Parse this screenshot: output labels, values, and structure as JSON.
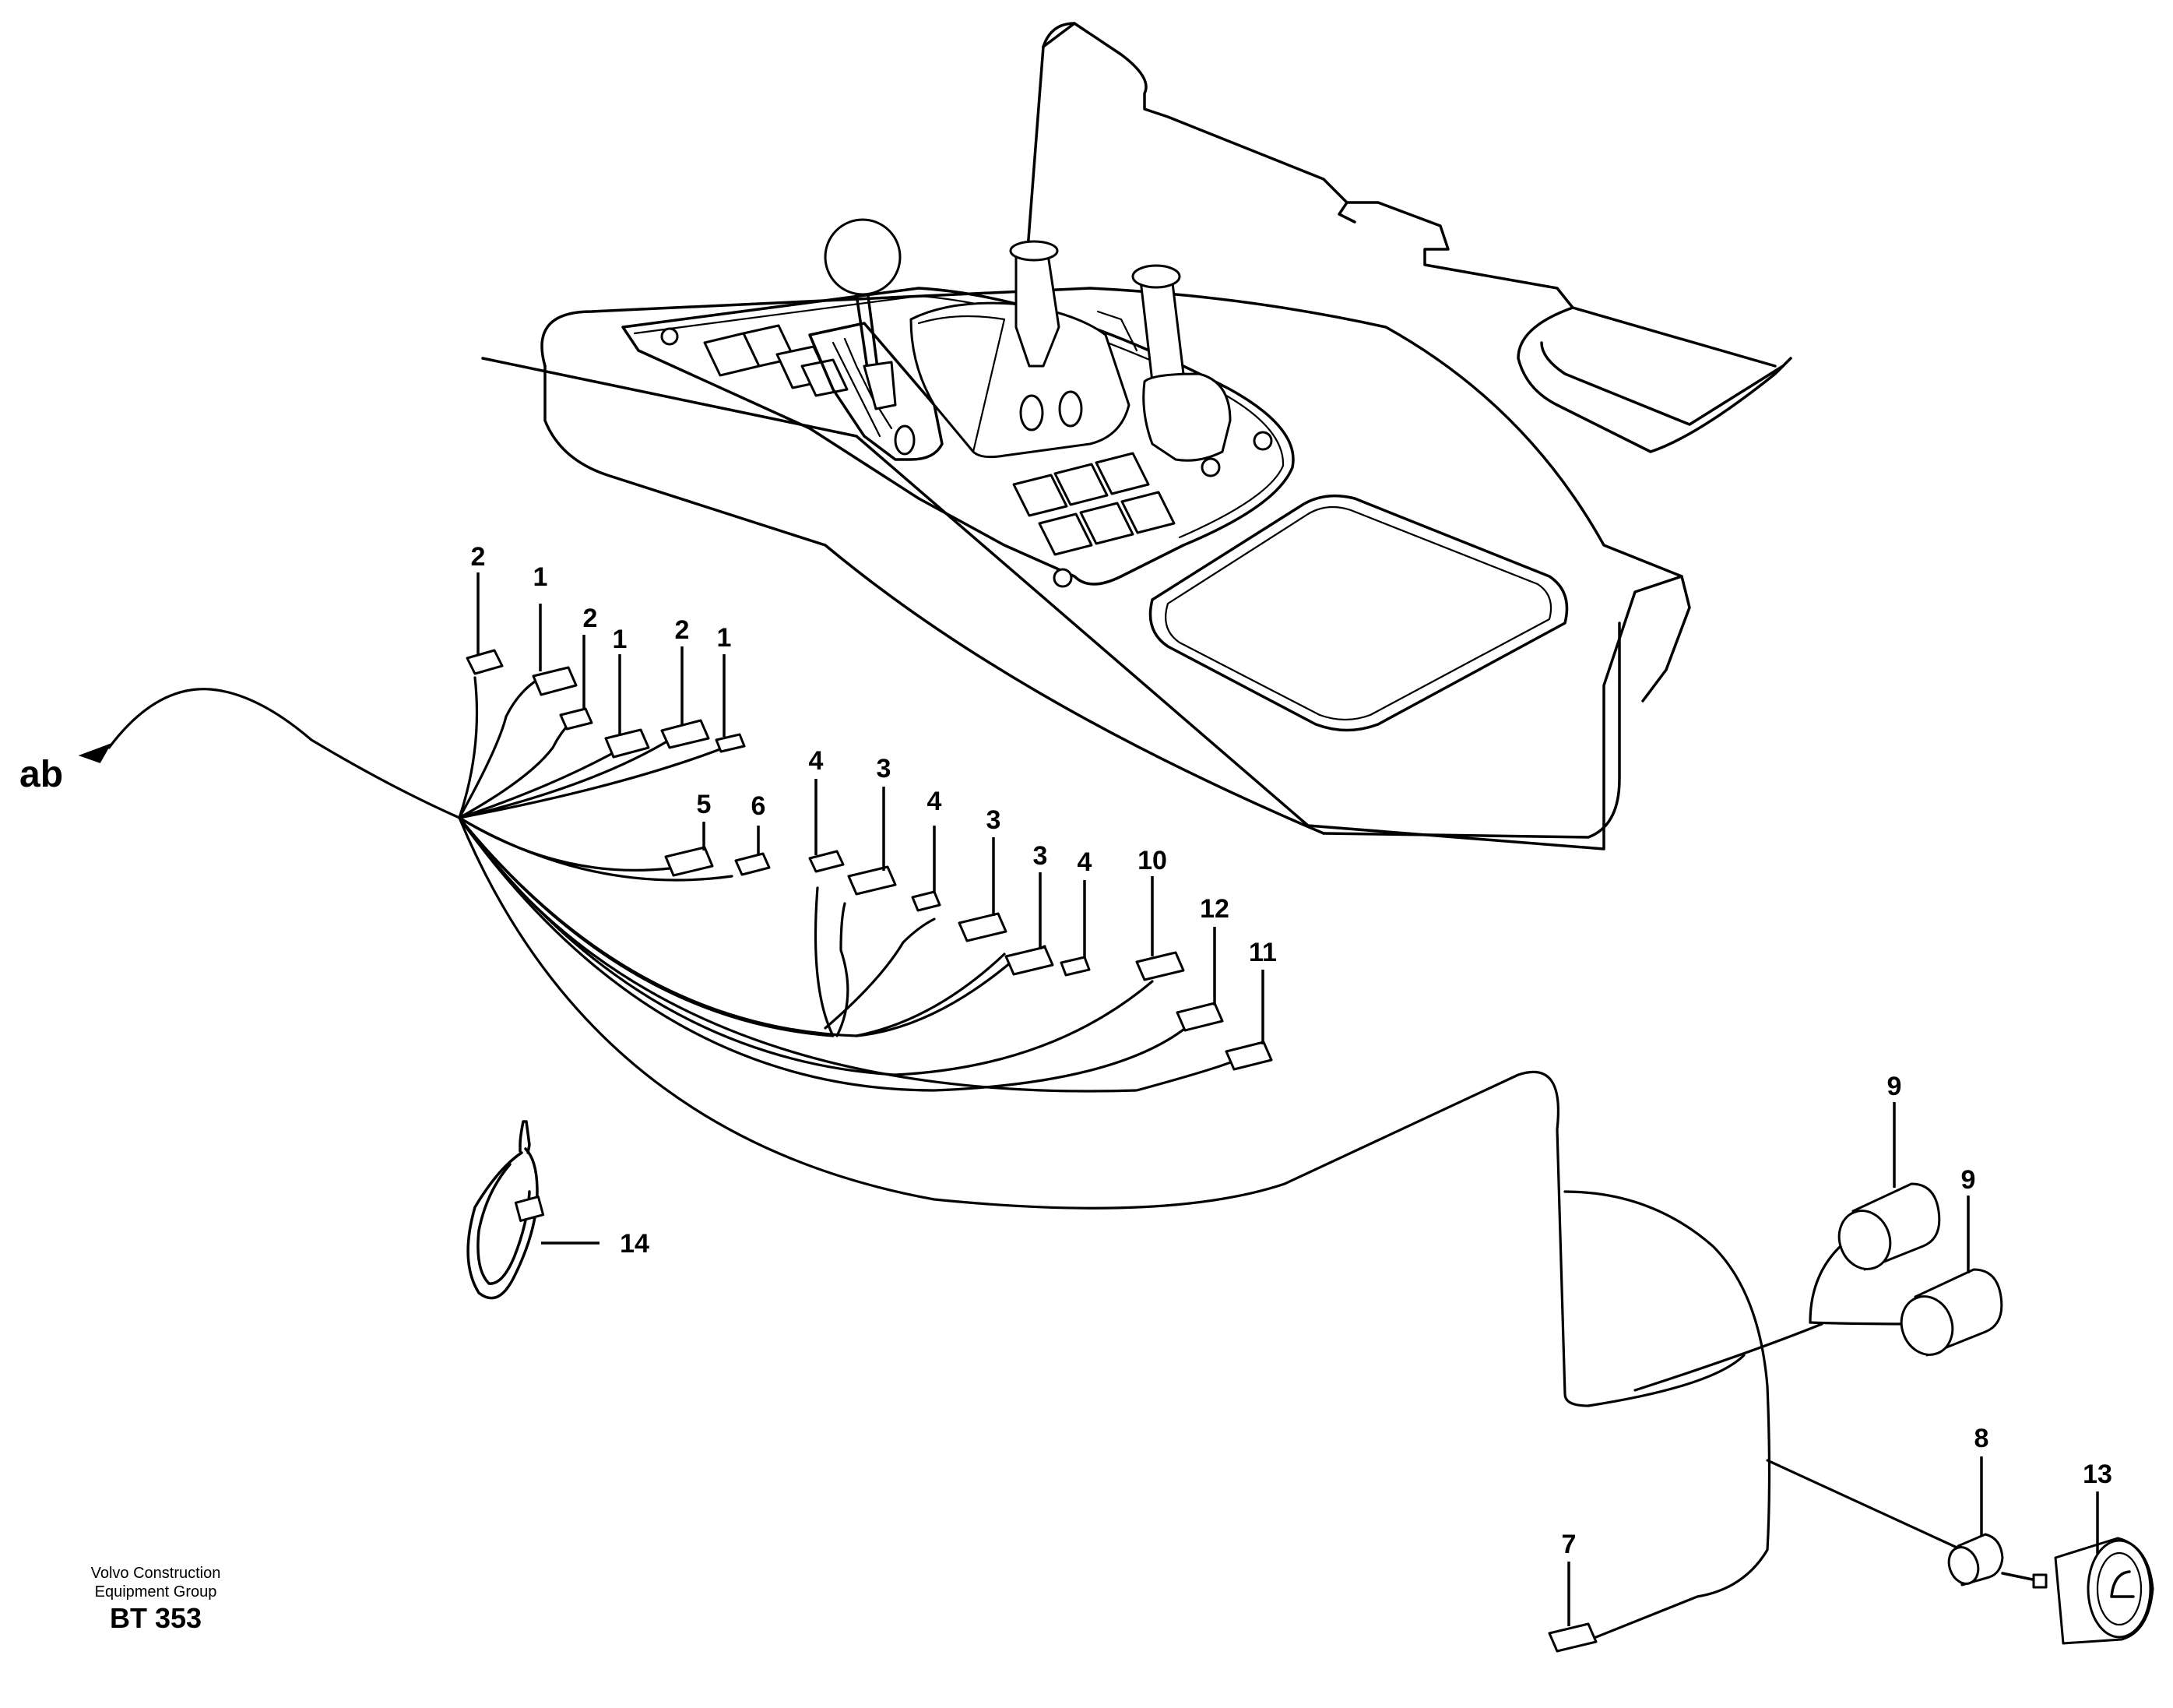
{
  "arrow_label": "ab",
  "callouts": {
    "c2a": "2",
    "c1a": "1",
    "c2b": "2",
    "c1b": "1",
    "c2c": "2",
    "c1c": "1",
    "c5": "5",
    "c6": "6",
    "c4a": "4",
    "c3a": "3",
    "c4b": "4",
    "c3b": "3",
    "c3c": "3",
    "c4c": "4",
    "c10": "10",
    "c12": "12",
    "c11": "11",
    "c14": "14",
    "c9a": "9",
    "c9b": "9",
    "c8": "8",
    "c13": "13",
    "c7": "7"
  },
  "footer": {
    "company_line1": "Volvo Construction",
    "company_line2": "Equipment Group",
    "code": "BT 353"
  }
}
